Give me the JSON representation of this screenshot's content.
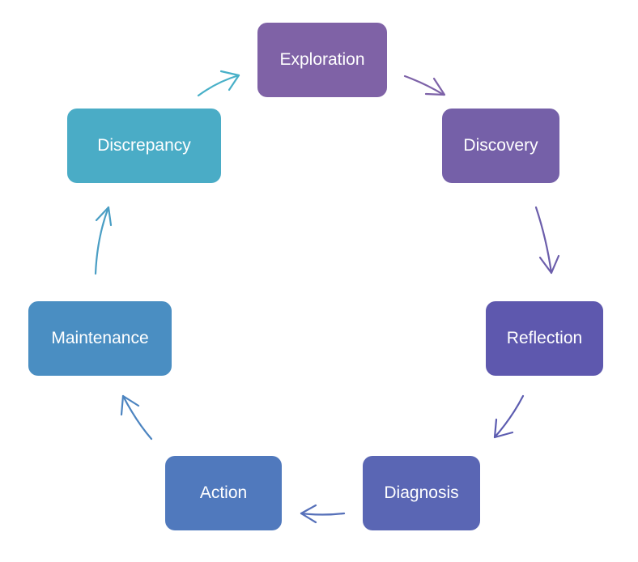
{
  "nodes": {
    "exploration": {
      "label": "Exploration",
      "color": "#7f62a6"
    },
    "discovery": {
      "label": "Discovery",
      "color": "#7560a8"
    },
    "reflection": {
      "label": "Reflection",
      "color": "#5e58ae"
    },
    "diagnosis": {
      "label": "Diagnosis",
      "color": "#5a66b4"
    },
    "action": {
      "label": "Action",
      "color": "#5079bd"
    },
    "maintenance": {
      "label": "Maintenance",
      "color": "#4a8ec2"
    },
    "discrepancy": {
      "label": "Discrepancy",
      "color": "#4aacc6"
    }
  },
  "arrows": [
    {
      "name": "arrow-exploration-to-discovery",
      "color": "#7d62a8"
    },
    {
      "name": "arrow-discovery-to-reflection",
      "color": "#6c5eab"
    },
    {
      "name": "arrow-reflection-to-diagnosis",
      "color": "#5c5cb0"
    },
    {
      "name": "arrow-diagnosis-to-action",
      "color": "#5670b9"
    },
    {
      "name": "arrow-action-to-maintenance",
      "color": "#4c84c0"
    },
    {
      "name": "arrow-maintenance-to-discrepancy",
      "color": "#4a9ec4"
    },
    {
      "name": "arrow-discrepancy-to-exploration",
      "color": "#48b0c8"
    }
  ]
}
